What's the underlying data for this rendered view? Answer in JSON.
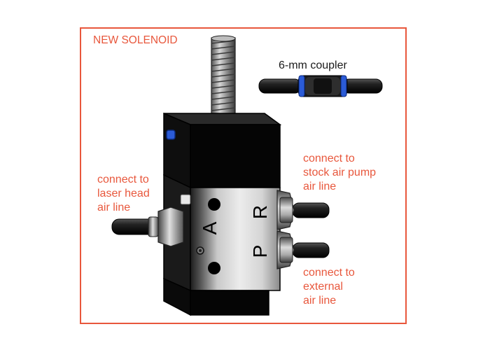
{
  "title": "NEW SOLENOID",
  "coupler": {
    "label": "6-mm coupler"
  },
  "ports": {
    "a": "A",
    "r": "R",
    "p": "P"
  },
  "callouts": {
    "laser_head": [
      "connect to",
      "laser head",
      "air line"
    ],
    "stock_pump": [
      "connect to",
      "stock air pump",
      "air line"
    ],
    "external": [
      "connect to",
      "external",
      "air line"
    ]
  },
  "colors": {
    "accent": "#e8573c",
    "coupler_ring": "#2b5bd7"
  }
}
